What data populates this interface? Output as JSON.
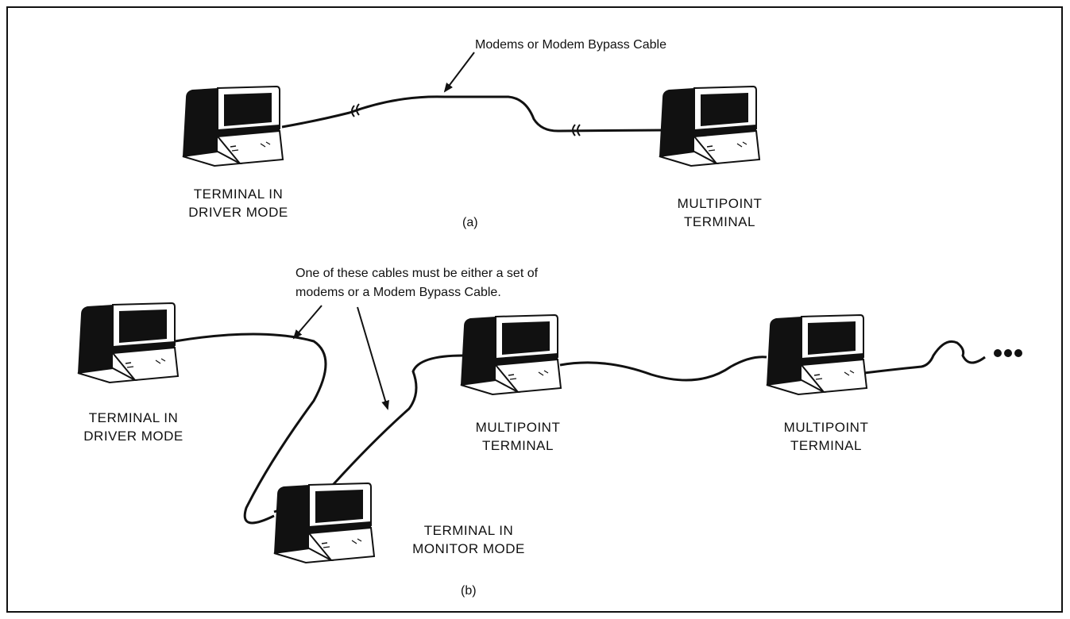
{
  "panel_a": {
    "callout": "Modems or Modem Bypass Cable",
    "caption": "(a)",
    "left_terminal": {
      "line1": "TERMINAL IN",
      "line2": "DRIVER MODE"
    },
    "right_terminal": {
      "line1": "MULTIPOINT",
      "line2": "TERMINAL"
    }
  },
  "panel_b": {
    "callout": {
      "line1": "One of these cables must be either a set of",
      "line2": "modems or a Modem Bypass Cable."
    },
    "caption": "(b)",
    "driver_terminal": {
      "line1": "TERMINAL IN",
      "line2": "DRIVER MODE"
    },
    "monitor_terminal": {
      "line1": "TERMINAL IN",
      "line2": "MONITOR MODE"
    },
    "multipoint_1": {
      "line1": "MULTIPOINT",
      "line2": "TERMINAL"
    },
    "multipoint_2": {
      "line1": "MULTIPOINT",
      "line2": "TERMINAL"
    }
  },
  "icons": {
    "terminal": "terminal-icon",
    "arrow": "arrow-icon",
    "cable_break": "cable-break-icon",
    "continuation": "ellipsis-icon"
  }
}
